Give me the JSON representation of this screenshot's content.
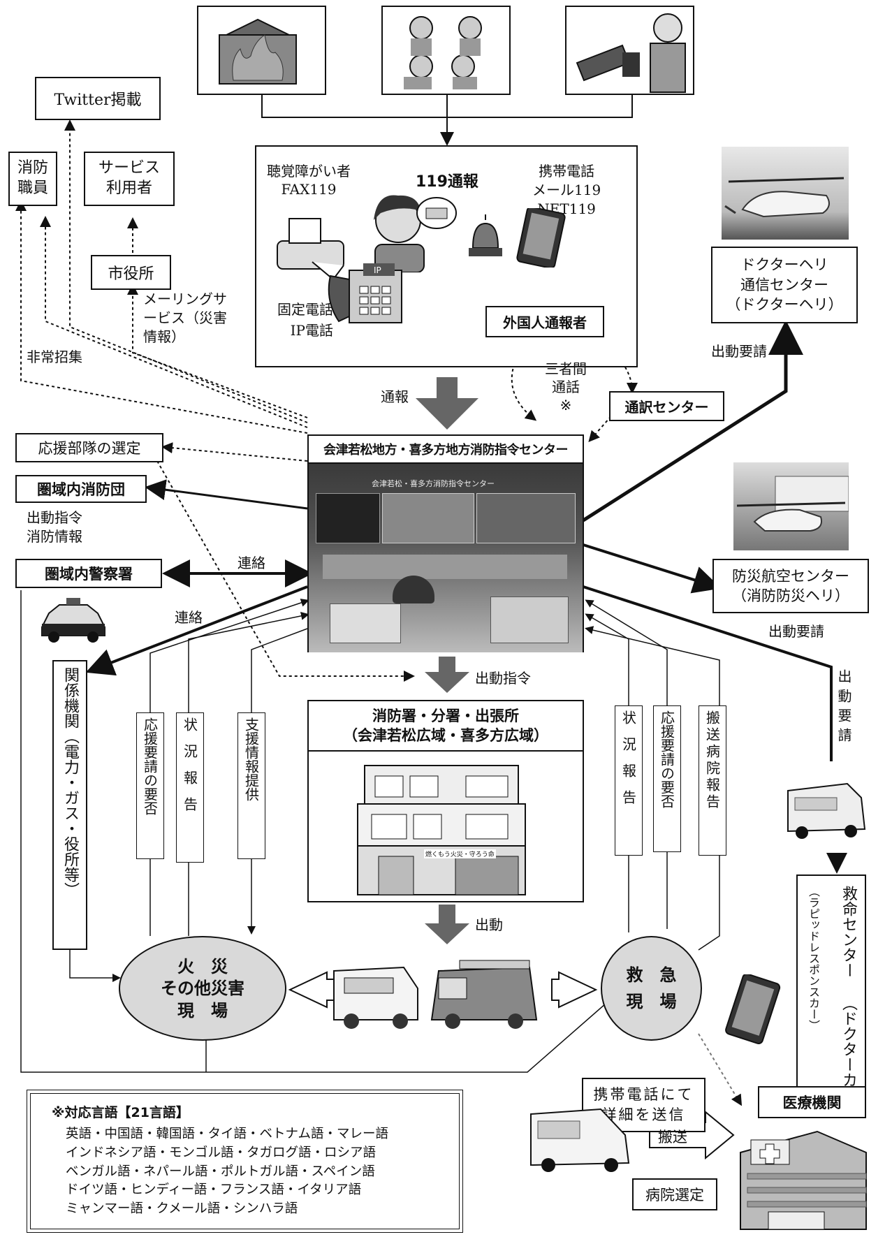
{
  "top_images": [
    "fire-illustration",
    "injured-people-illustration",
    "rescue-worker-illustration"
  ],
  "twitter": "Twitter掲載",
  "fire_staff": "消防職員",
  "service_users": "サービス利用者",
  "city_hall": "市役所",
  "mailing_service": "メーリングサービス（災害情報）",
  "emergency_call": "非常招集",
  "call119_title": "119通報",
  "deaf_fax": "聴覚障がい者\nFAX119",
  "mobile_mail": "携帯電話\nメール119\nNET119",
  "fixed_phone": "固定電話\nIP電話",
  "foreign_caller": "外国人通報者",
  "three_way_call": "三者間\n通話\n※",
  "interpreter_center": "通訳センター",
  "report_label": "通報",
  "doctor_heli_center": "ドクターヘリ\n通信センター\n（ドクターヘリ）",
  "dispatch_request_1": "出動要請",
  "support_unit_selection": "応援部隊の選定",
  "command_center_title": "会津若松地方・喜多方地方消防指令センター",
  "command_center_sign": "会津若松・喜多方消防指令センター",
  "fire_brigade": "圏域内消防団",
  "dispatch_order_info": "出動指令\n消防情報",
  "police": "圏域内警察署",
  "liaison_1": "連絡",
  "liaison_2": "連絡",
  "disaster_air_center": "防災航空センター\n（消防防災ヘリ）",
  "dispatch_request_2": "出動要請",
  "dispatch_request_3": "出動要請",
  "related_orgs": "関係機関（電力・ガス・役所等）",
  "left_reports": [
    "応援要請の要否",
    "状況報告",
    "支援情報提供"
  ],
  "dispatch_order": "出動指令",
  "fire_station_title": "消防署・分署・出張所\n（会津若松広域・喜多方広域）",
  "station_banner": "燃くもう火災・守ろう命",
  "right_reports": [
    "状況報告",
    "応援要請の要否",
    "搬送病院報告"
  ],
  "dispatch": "出動",
  "fire_scene": "火　災\nその他災害\n現　場",
  "emergency_scene": "救　急\n現　場",
  "lifesaving_center": "救命センター\n（ドクターカー）",
  "lifesaving_center_sub": "（ラピッドレスポンスカー）",
  "mobile_detail": "携帯電話にて\n詳細を送信",
  "medical_institution": "医療機関",
  "transport": "搬送",
  "hospital_selection": "病院選定",
  "languages_title": "※対応言語【21言語】",
  "languages": [
    "英語・中国語・韓国語・タイ語・ベトナム語・マレー語",
    "インドネシア語・モンゴル語・タガログ語・ロシア語",
    "ベンガル語・ネパール語・ポルトガル語・スペイン語",
    "ドイツ語・ヒンディー語・フランス語・イタリア語",
    "ミャンマー語・クメール語・シンハラ語"
  ]
}
